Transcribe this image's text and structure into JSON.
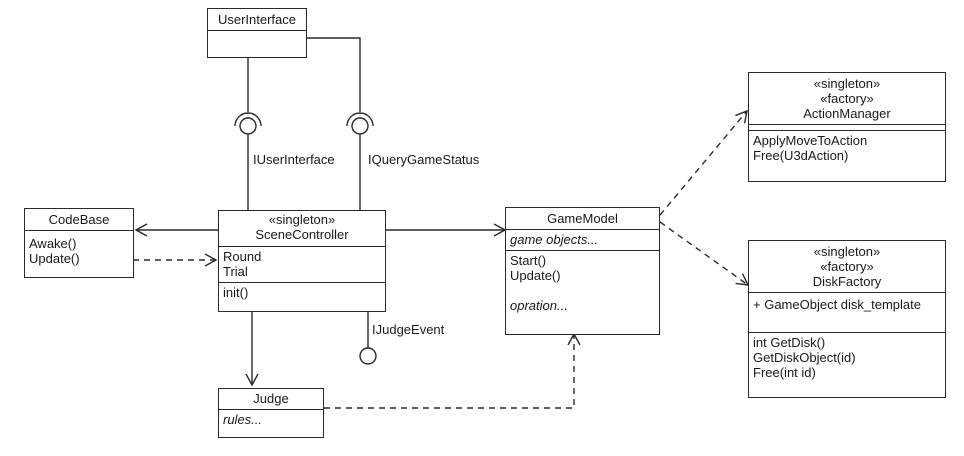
{
  "classes": {
    "user_interface": {
      "name": "UserInterface"
    },
    "code_base": {
      "name": "CodeBase",
      "methods": [
        "Awake()",
        "Update()"
      ]
    },
    "scene_controller": {
      "stereotype": "«singleton»",
      "name": "SceneController",
      "attributes": [
        "Round",
        "Trial"
      ],
      "methods": [
        "init()"
      ]
    },
    "game_model": {
      "name": "GameModel",
      "attributes": [
        "game objects..."
      ],
      "methods": [
        "Start()",
        "Update()",
        "",
        "opration..."
      ]
    },
    "judge": {
      "name": "Judge",
      "attributes": [
        "rules..."
      ]
    },
    "action_manager": {
      "stereotypes": [
        "«singleton»",
        "«factory»"
      ],
      "name": "ActionManager",
      "methods": [
        "ApplyMoveToAction",
        "Free(U3dAction)"
      ]
    },
    "disk_factory": {
      "stereotypes": [
        "«singleton»",
        "«factory»"
      ],
      "name": "DiskFactory",
      "attributes": [
        "+ GameObject disk_template"
      ],
      "methods": [
        "int GetDisk()",
        "GetDiskObject(id)",
        "Free(int id)"
      ]
    }
  },
  "interfaces": {
    "iuser_interface": "IUserInterface",
    "iquery_game_status": "IQueryGameStatus",
    "ijudge_event": "IJudgeEvent"
  },
  "colors": {
    "line": "#2a2a2a",
    "background": "#ffffff"
  }
}
